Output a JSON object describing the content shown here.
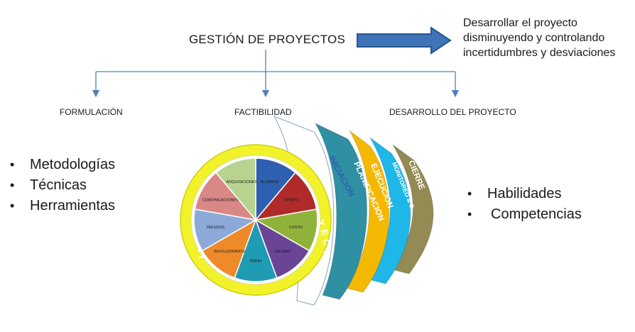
{
  "header": {
    "title": "GESTIÓN DE PROYECTOS",
    "goal_lines": [
      "Desarrollar el proyecto",
      "disminuyendo y controlando",
      "incertidumbres y desviaciones"
    ]
  },
  "phases": [
    "FORMULACIÓN",
    "FACTIBILIDAD",
    "DESARROLLO DEL PROYECTO"
  ],
  "left_list": [
    "Metodologías",
    "Técnicas",
    "Herramientas"
  ],
  "right_list": [
    "Habilidades",
    "Competencias"
  ],
  "wheel": {
    "ring_text": "INTEGRACION DEL PROYECTO",
    "ring_color": "#f2f22a",
    "segments": [
      {
        "label": "ALCANCE",
        "color": "#2f5fb0"
      },
      {
        "label": "TIEMPO",
        "color": "#b02a2a"
      },
      {
        "label": "COSTO",
        "color": "#8fb33a"
      },
      {
        "label": "CALIDAD",
        "color": "#6a4596"
      },
      {
        "label": "RRHH",
        "color": "#1f9bb4"
      },
      {
        "label": "INVOLUCRADOS",
        "color": "#ee8a2a"
      },
      {
        "label": "RIESGOS",
        "color": "#8ca9d8"
      },
      {
        "label": "COMUNICACIONES",
        "color": "#d98886"
      },
      {
        "label": "ADQUISICIONES",
        "color": "#b7d38f"
      }
    ]
  },
  "bands": [
    {
      "label": "INICIACION",
      "color": "#ffffff"
    },
    {
      "label": "PLANIFICACION",
      "color": "#2f8fa3"
    },
    {
      "label": "EJECUCION",
      "color": "#f5b800"
    },
    {
      "label": "MONITOREO & C.",
      "color": "#1fb6e8"
    },
    {
      "label": "CIERRE",
      "color": "#948a54"
    }
  ],
  "colors": {
    "arrow": "#2e63a8",
    "connector": "#4f81bd"
  }
}
